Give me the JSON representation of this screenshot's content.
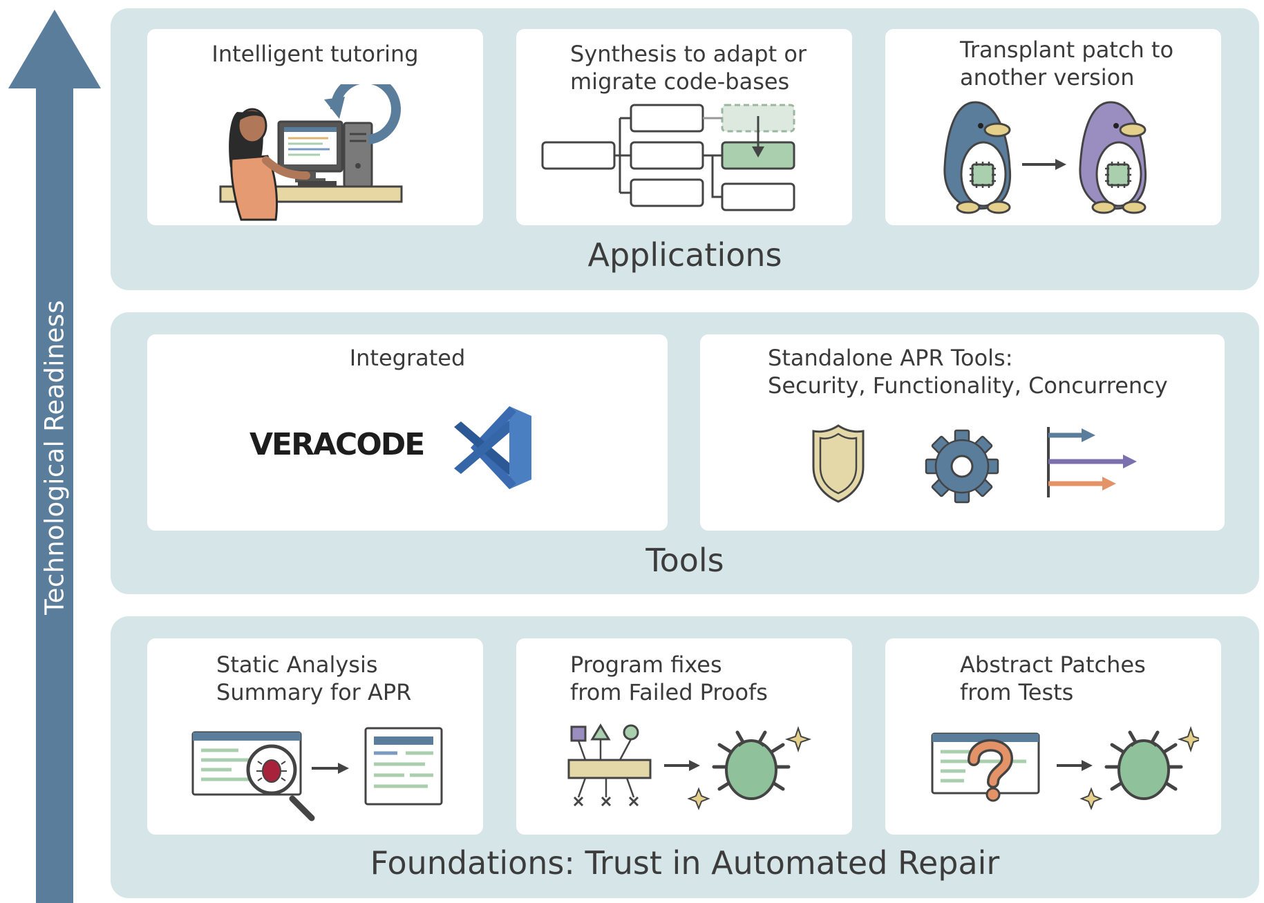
{
  "axis": {
    "label": "Technological Readiness"
  },
  "tiers": [
    {
      "title": "Applications",
      "cards": [
        {
          "title": "Intelligent tutoring",
          "icon": "student-at-computer-icon"
        },
        {
          "title_lines": [
            "Synthesis to adapt or",
            "migrate code-bases"
          ],
          "icon": "code-structure-diagram-icon"
        },
        {
          "title_lines": [
            "Transplant patch to",
            "another version"
          ],
          "icon": "penguin-transplant-icon"
        }
      ]
    },
    {
      "title": "Tools",
      "cards": [
        {
          "title": "Integrated",
          "logos": [
            "VERACODE",
            "vscode-logo-icon"
          ]
        },
        {
          "title_lines": [
            "Standalone APR Tools:",
            "Security, Functionality, Concurrency"
          ],
          "icons": [
            "shield-icon",
            "gear-icon",
            "concurrency-arrows-icon"
          ]
        }
      ]
    },
    {
      "title": "Foundations: Trust in Automated Repair",
      "cards": [
        {
          "title_lines": [
            "Static Analysis",
            "Summary for APR"
          ],
          "icon": "static-analysis-icon"
        },
        {
          "title_lines": [
            "Program fixes",
            "from Failed Proofs"
          ],
          "icon": "failed-proofs-icon"
        },
        {
          "title_lines": [
            "Abstract Patches",
            "from Tests"
          ],
          "icon": "abstract-patches-icon"
        }
      ]
    }
  ],
  "colors": {
    "arrow": "#5b7d9c",
    "tier_bg": "#d6e5e8",
    "card_bg": "#ffffff",
    "green": "#a9cfae",
    "bug_green": "#8fc29a",
    "purple": "#7b6fae",
    "orange": "#e49368",
    "sand": "#e4d8a9"
  }
}
